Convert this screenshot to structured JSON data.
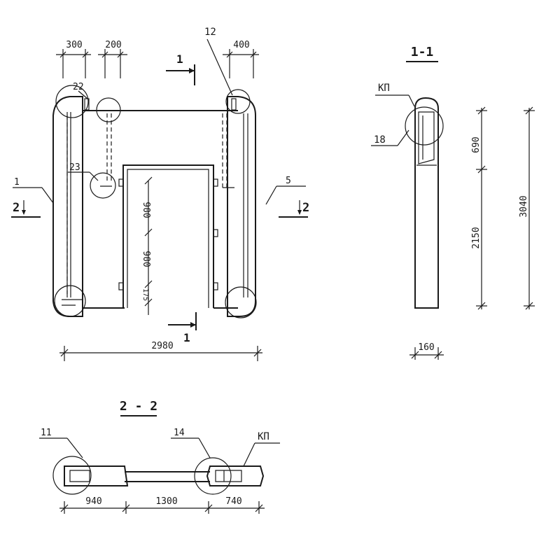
{
  "elevation": {
    "dims_top": {
      "d300": "300",
      "d200": "200",
      "d400": "400"
    },
    "dim_bottom": "2980",
    "door_dims": {
      "upper": "900",
      "middle": "900",
      "lower": "175"
    },
    "callouts": {
      "c1": "1",
      "c5": "5",
      "c12": "12",
      "c22": "22",
      "c23": "23"
    },
    "section_marks": {
      "cut_top": "1",
      "cut_bottom": "1",
      "left": "2",
      "right": "2"
    }
  },
  "section_1_1": {
    "title": "1-1",
    "label_kp": "КП",
    "label_18": "18",
    "dims": {
      "top": "690",
      "bottom": "2150",
      "total": "3040",
      "width": "160"
    }
  },
  "section_2_2": {
    "title": "2 - 2",
    "label_11": "11",
    "label_14": "14",
    "label_kp": "КП",
    "dims": {
      "left": "940",
      "mid": "1300",
      "right": "740"
    }
  }
}
